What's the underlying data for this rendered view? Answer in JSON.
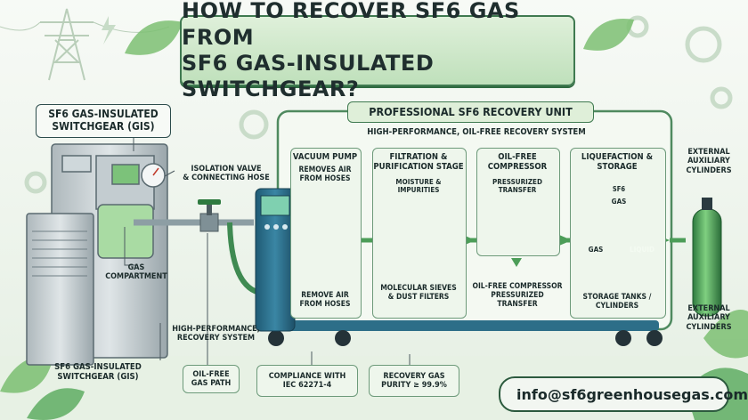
{
  "title": {
    "line1": "HOW TO RECOVER SF6 GAS FROM",
    "line2": "SF6 GAS-INSULATED SWITCHGEAR?"
  },
  "gis": {
    "header_line1": "SF6 GAS-INSULATED",
    "header_line2": "SWITCHGEAR (GIS)",
    "footer_line1": "SF6 GAS-INSULATED",
    "footer_line2": "SWITCHGEAR (GIS)",
    "compartment_line1": "GAS",
    "compartment_line2": "COMPARTMENT"
  },
  "isolation_valve": {
    "line1": "ISOLATION VALVE",
    "line2": "& CONNECTING HOSE"
  },
  "recovery_system_label": {
    "line1": "HIGH-PERFORMANCE,",
    "line2": "RECOVERY SYSTEM"
  },
  "oil_free_path": {
    "line1": "OIL-FREE",
    "line2": "GAS PATH"
  },
  "unit": {
    "title": "PROFESSIONAL SF6 RECOVERY UNIT",
    "subtitle": "HIGH-PERFORMANCE, OIL-FREE RECOVERY SYSTEM"
  },
  "vacuum_pump": {
    "title": "VACUUM PUMP",
    "desc_line1": "REMOVES AIR",
    "desc_line2": "FROM HOSES",
    "bottom_line1": "REMOVE AIR",
    "bottom_line2": "FROM HOSES"
  },
  "filtration": {
    "title_line1": "FILTRATION &",
    "title_line2": "PURIFICATION STAGE",
    "desc_line1": "MOISTURE &",
    "desc_line2": "IMPURITIES",
    "bottom_line1": "MOLECULAR SIEVES",
    "bottom_line2": "& DUST FILTERS"
  },
  "compressor": {
    "title_line1": "OIL-FREE",
    "title_line2": "COMPRESSOR",
    "desc_line1": "PRESSURIZED",
    "desc_line2": "TRANSFER",
    "bottom_line1": "OIL-FREE COMPRESSOR",
    "bottom_line2": "PRESSURIZED",
    "bottom_line3": "TRANSFER"
  },
  "storage": {
    "title_line1": "LIQUEFACTION &",
    "title_line2": "STORAGE",
    "sf6_tag": "SF6",
    "gas_top": "GAS",
    "gas_side": "GAS",
    "liquid": "LIQUID",
    "bottom_line1": "STORAGE TANKS /",
    "bottom_line2": "CYLINDERS"
  },
  "external": {
    "top_line1": "EXTERNAL",
    "top_line2": "AUXILIARY",
    "top_line3": "CYLINDERS",
    "bottom_line1": "EXTERNAL",
    "bottom_line2": "AUXILIARY",
    "bottom_line3": "CYLINDERS"
  },
  "compliance": {
    "line1": "COMPLIANCE WITH",
    "line2": "IEC 62271-4"
  },
  "purity": {
    "line1": "RECOVERY GAS",
    "line2": "PURITY ≥ 99.9%"
  },
  "contact": {
    "email": "info@sf6greenhousegas.com",
    "icon": "envelope-icon"
  },
  "colors": {
    "accent_green": "#5fae63",
    "dark_green": "#2f6a40",
    "teal_blue": "#2d6e88",
    "panel_bg": "#eef6ec",
    "page_bg": "#f3f7f2"
  }
}
